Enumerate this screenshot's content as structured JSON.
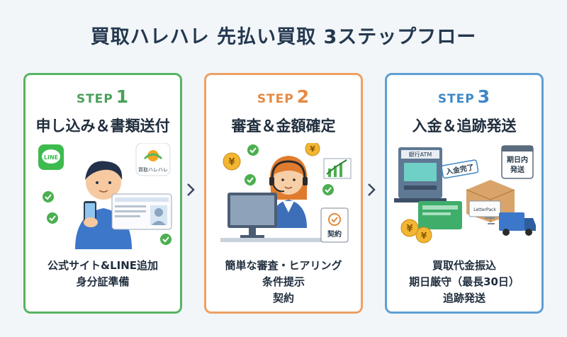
{
  "title": "買取ハレハレ 先払い買取 3ステップフロー",
  "steps": [
    {
      "step_label": "STEP",
      "step_num": "1",
      "heading": "申し込み＆書類送付",
      "desc": [
        "公式サイト&LINE追加",
        "身分証準備"
      ],
      "illus": {
        "line_logo": "LINE",
        "brand_logo": "買取ハレハレ",
        "icons": [
          "line-app-icon",
          "smartphone-icon",
          "id-card-icon",
          "check-icon"
        ]
      }
    },
    {
      "step_label": "STEP",
      "step_num": "2",
      "heading": "審査＆金額確定",
      "desc": [
        "簡単な審査・ヒアリング",
        "条件提示",
        "契約"
      ],
      "illus": {
        "contract_label": "契約",
        "yen": "¥",
        "icons": [
          "operator-icon",
          "monitor-icon",
          "yen-coin-icon",
          "chart-icon",
          "contract-icon"
        ]
      }
    },
    {
      "step_label": "STEP",
      "step_num": "3",
      "heading": "入金＆追跡発送",
      "desc": [
        "買取代金振込",
        "期日厳守（最長30日）",
        "追跡発送"
      ],
      "illus": {
        "atm_label": "銀行ATM",
        "done_label": "入金完了",
        "calendar_label": [
          "期日内",
          "発送"
        ],
        "package_label": "LetterPack",
        "yen": "¥",
        "icons": [
          "atm-icon",
          "calendar-icon",
          "box-icon",
          "truck-icon",
          "bankbook-icon"
        ]
      }
    }
  ],
  "colors": {
    "step1": "#56b464",
    "step2": "#eda064",
    "step3": "#5e9fd3",
    "title": "#24384f"
  }
}
